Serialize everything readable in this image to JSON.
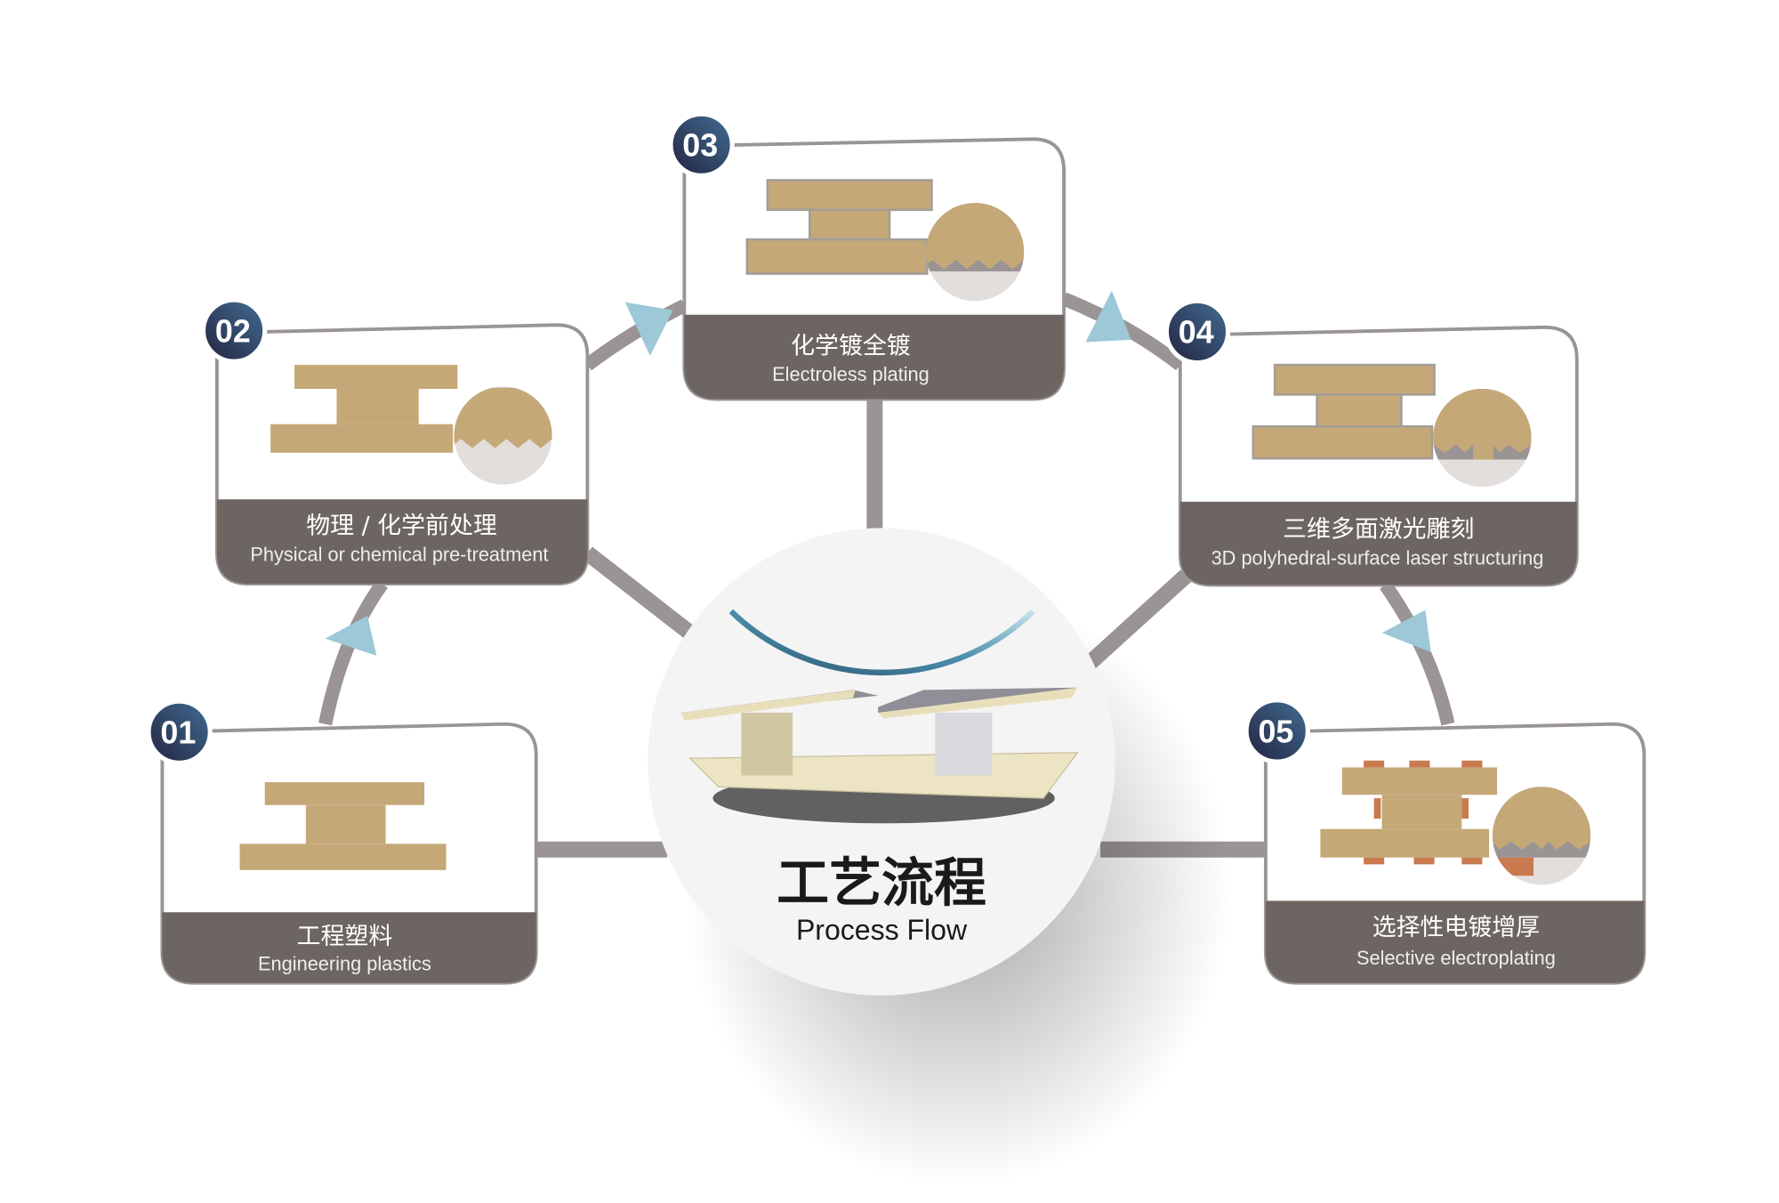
{
  "center": {
    "title_cn": "工艺流程",
    "title_en": "Process Flow"
  },
  "steps": [
    {
      "number": "01",
      "title_cn": "工程塑料",
      "title_en": "Engineering plastics"
    },
    {
      "number": "02",
      "title_cn": "物理 / 化学前处理",
      "title_en": "Physical or chemical pre-treatment"
    },
    {
      "number": "03",
      "title_cn": "化学镀全镀",
      "title_en": "Electroless plating"
    },
    {
      "number": "04",
      "title_cn": "三维多面激光雕刻",
      "title_en": "3D polyhedral-surface laser structuring"
    },
    {
      "number": "05",
      "title_cn": "选择性电镀增厚",
      "title_en": "Selective electroplating"
    }
  ],
  "colors": {
    "band": "#6d6561",
    "gold": "#c4a877",
    "connector": "#9a9494",
    "arrow": "#9cc8d8",
    "badge": "#2e3858"
  }
}
